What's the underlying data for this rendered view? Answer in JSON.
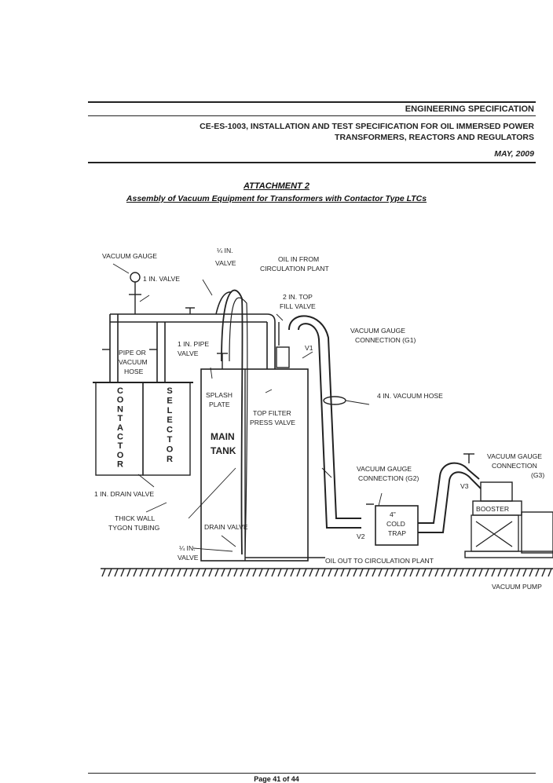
{
  "header": {
    "spec_title": "ENGINEERING SPECIFICATION",
    "doc_line1_code": "CE-ES-1003",
    "doc_line1_rest": ", INSTALLATION AND TEST SPECIFICATION FOR OIL IMMERSED POWER",
    "doc_line2": "TRANSFORMERS, REACTORS AND REGULATORS",
    "date": "MAY, 2009"
  },
  "attachment": {
    "heading": "ATTACHMENT 2",
    "subheading": "Assembly of Vacuum Equipment for Transformers with Contactor Type LTCs"
  },
  "diagram": {
    "labels": {
      "vacuum_gauge": "VACUUM GAUGE",
      "quarter_in_valve_top_1": "¼ IN.",
      "quarter_in_valve_top_2": "VALVE",
      "oil_in_1": "OIL IN FROM",
      "oil_in_2": "CIRCULATION PLANT",
      "one_in_valve": "1 IN. VALVE",
      "two_in_top_1": "2 IN. TOP",
      "two_in_top_2": "FILL VALVE",
      "vg_conn_g1_1": "VACUUM GAUGE",
      "vg_conn_g1_2": "CONNECTION (G1)",
      "v1": "V1",
      "pipe_or_1": "PIPE OR",
      "pipe_or_2": "VACUUM",
      "pipe_or_3": "HOSE",
      "one_in_pipe_1": "1 IN. PIPE",
      "one_in_pipe_2": "VALVE",
      "contactor": [
        "C",
        "O",
        "N",
        "T",
        "A",
        "C",
        "T",
        "O",
        "R"
      ],
      "selector": [
        "S",
        "E",
        "L",
        "E",
        "C",
        "T",
        "O",
        "R"
      ],
      "splash_1": "SPLASH",
      "splash_2": "PLATE",
      "top_filter_1": "TOP FILTER",
      "top_filter_2": "PRESS VALVE",
      "main_tank_1": "MAIN",
      "main_tank_2": "TANK",
      "vacuum_hose": "4 IN. VACUUM HOSE",
      "one_in_drain": "1 IN. DRAIN VALVE",
      "thick_wall_1": "THICK WALL",
      "thick_wall_2": "TYGON TUBING",
      "drain_valve": "DRAIN VALVE",
      "quarter_in_bottom_1": "¼ IN.",
      "quarter_in_bottom_2": "VALVE",
      "oil_out": "OIL OUT TO CIRCULATION PLANT",
      "vg_conn_g2_1": "VACUUM GAUGE",
      "vg_conn_g2_2": "CONNECTION (G2)",
      "v2": "V2",
      "cold_trap_1": "4\"",
      "cold_trap_2": "COLD",
      "cold_trap_3": "TRAP",
      "v3": "V3",
      "vg_conn_g3_1": "VACUUM GAUGE",
      "vg_conn_g3_2": "CONNECTION",
      "vg_conn_g3_3": "(G3)",
      "booster": "BOOSTER",
      "vacuum_pump": "VACUUM PUMP"
    }
  },
  "footer": {
    "page": "Page 41 of 44"
  }
}
